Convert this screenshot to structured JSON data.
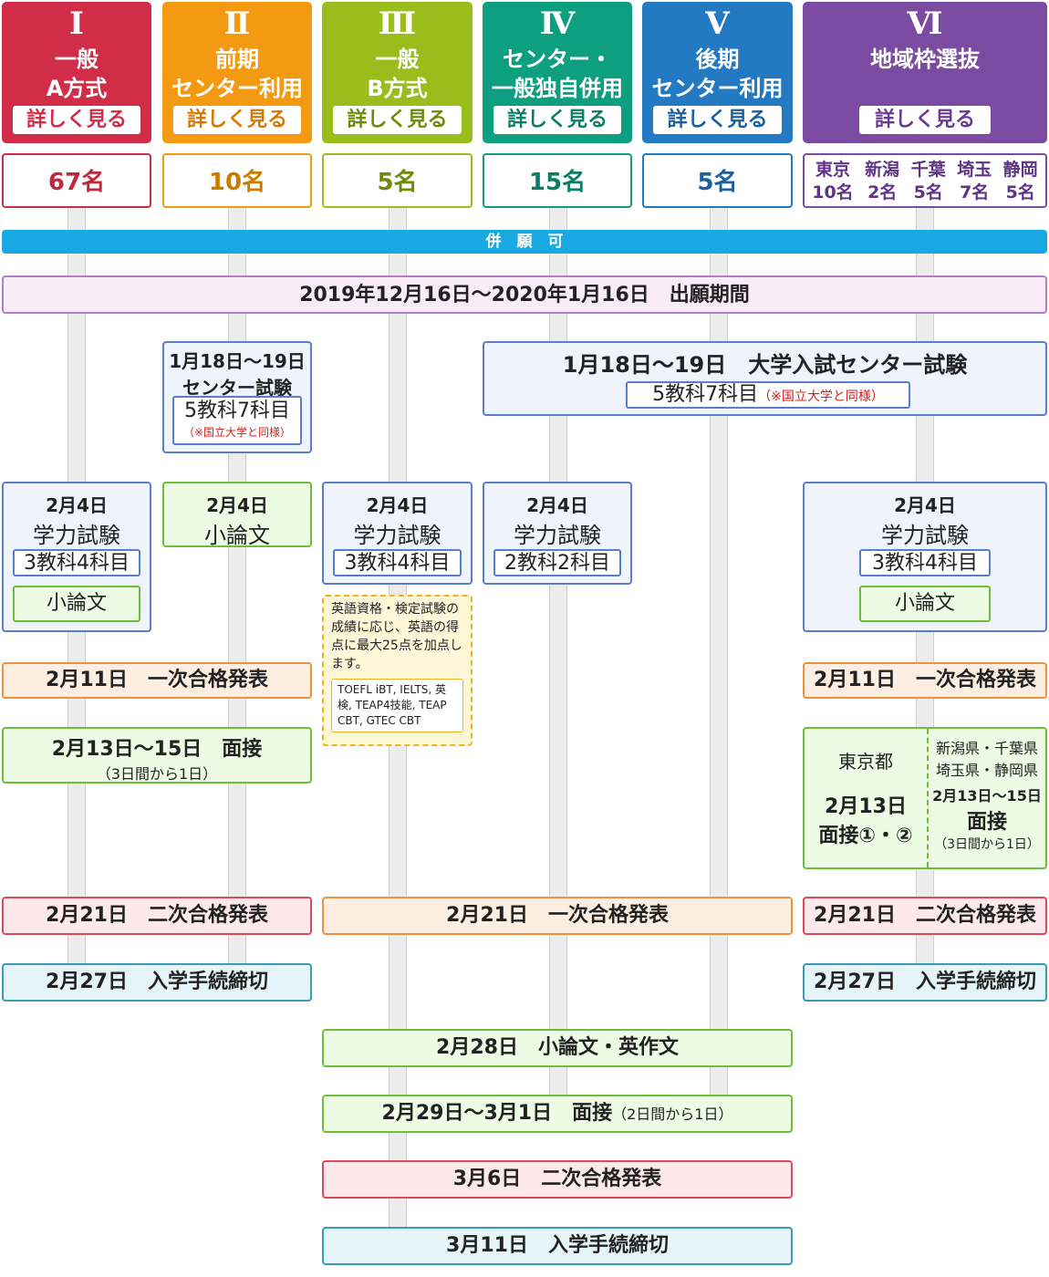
{
  "headers": [
    {
      "num": "Ⅰ",
      "line1": "一般",
      "line2": "A方式",
      "button": "詳しく見る",
      "color": "#d22d48",
      "quota": "67名"
    },
    {
      "num": "Ⅱ",
      "line1": "前期",
      "line2": "センター利用",
      "button": "詳しく見る",
      "color": "#f39a12",
      "quota": "10名"
    },
    {
      "num": "Ⅲ",
      "line1": "一般",
      "line2": "B方式",
      "button": "詳しく見る",
      "color": "#9bbd1c",
      "quota": "5名"
    },
    {
      "num": "Ⅳ",
      "line1": "センター・",
      "line2": "一般独自併用",
      "button": "詳しく見る",
      "color": "#0e9e80",
      "quota": "15名"
    },
    {
      "num": "Ⅴ",
      "line1": "後期",
      "line2": "センター利用",
      "button": "詳しく見る",
      "color": "#2479c3",
      "quota": "5名"
    },
    {
      "num": "Ⅵ",
      "line1": "地域枠選抜",
      "line2": "",
      "button": "詳しく見る",
      "color": "#7b4ba2",
      "quota": ""
    }
  ],
  "regional_quota": [
    {
      "pref": "東京",
      "num": "10名"
    },
    {
      "pref": "新潟",
      "num": "2名"
    },
    {
      "pref": "千葉",
      "num": "5名"
    },
    {
      "pref": "埼玉",
      "num": "7名"
    },
    {
      "pref": "静岡",
      "num": "5名"
    }
  ],
  "heigan": "併　願　可",
  "application_period": "2019年12月16日〜2020年1月16日　出願期間",
  "center_exam_small": {
    "date": "1月18日〜19日",
    "title": "センター試験",
    "subjects": "5教科7科目",
    "note": "（※国立大学と同様）"
  },
  "center_exam_big": {
    "date": "1月18日〜19日",
    "title": "大学入試センター試験",
    "subjects": "5教科7科目",
    "note": "（※国立大学と同様）"
  },
  "col1_exam": {
    "date": "2月4日",
    "title": "学力試験",
    "subjects": "3教科4科目",
    "essay": "小論文"
  },
  "col2_exam": {
    "date": "2月4日",
    "title": "小論文"
  },
  "col3_exam": {
    "date": "2月4日",
    "title": "学力試験",
    "subjects": "3教科4科目"
  },
  "col4_exam": {
    "date": "2月4日",
    "title": "学力試験",
    "subjects": "2教科2科目"
  },
  "col6_exam": {
    "date": "2月4日",
    "title": "学力試験",
    "subjects": "3教科4科目",
    "essay": "小論文"
  },
  "english_note": {
    "text": "英語資格・検定試験の成績に応じ、英語の得点に最大25点を加点します。",
    "tests": "TOEFL iBT, IELTS, 英検, TEAP4技能, TEAP CBT, GTEC CBT"
  },
  "first_pass_left": "2月11日　一次合格発表",
  "first_pass_right": "2月11日　一次合格発表",
  "interview_left": {
    "title": "2月13日〜15日　面接",
    "note": "（3日間から1日）"
  },
  "interview_right": {
    "tokyo_label": "東京都",
    "tokyo_date": "2月13日",
    "tokyo_title": "面接①・②",
    "other_label1": "新潟県・千葉県",
    "other_label2": "埼玉県・静岡県",
    "other_date": "2月13日〜15日",
    "other_title": "面接",
    "other_note": "（3日間から1日）"
  },
  "second_pass_left": "2月21日　二次合格発表",
  "first_pass_mid": "2月21日　一次合格発表",
  "second_pass_right": "2月21日　二次合格発表",
  "procedure_left": "2月27日　入学手続締切",
  "procedure_right": "2月27日　入学手続締切",
  "essay_mid": "2月28日　小論文・英作文",
  "interview_mid": {
    "title": "2月29日〜3月1日　面接",
    "note": "（2日間から1日）"
  },
  "second_pass_mid": "3月6日　二次合格発表",
  "procedure_mid": "3月11日　入学手続締切"
}
